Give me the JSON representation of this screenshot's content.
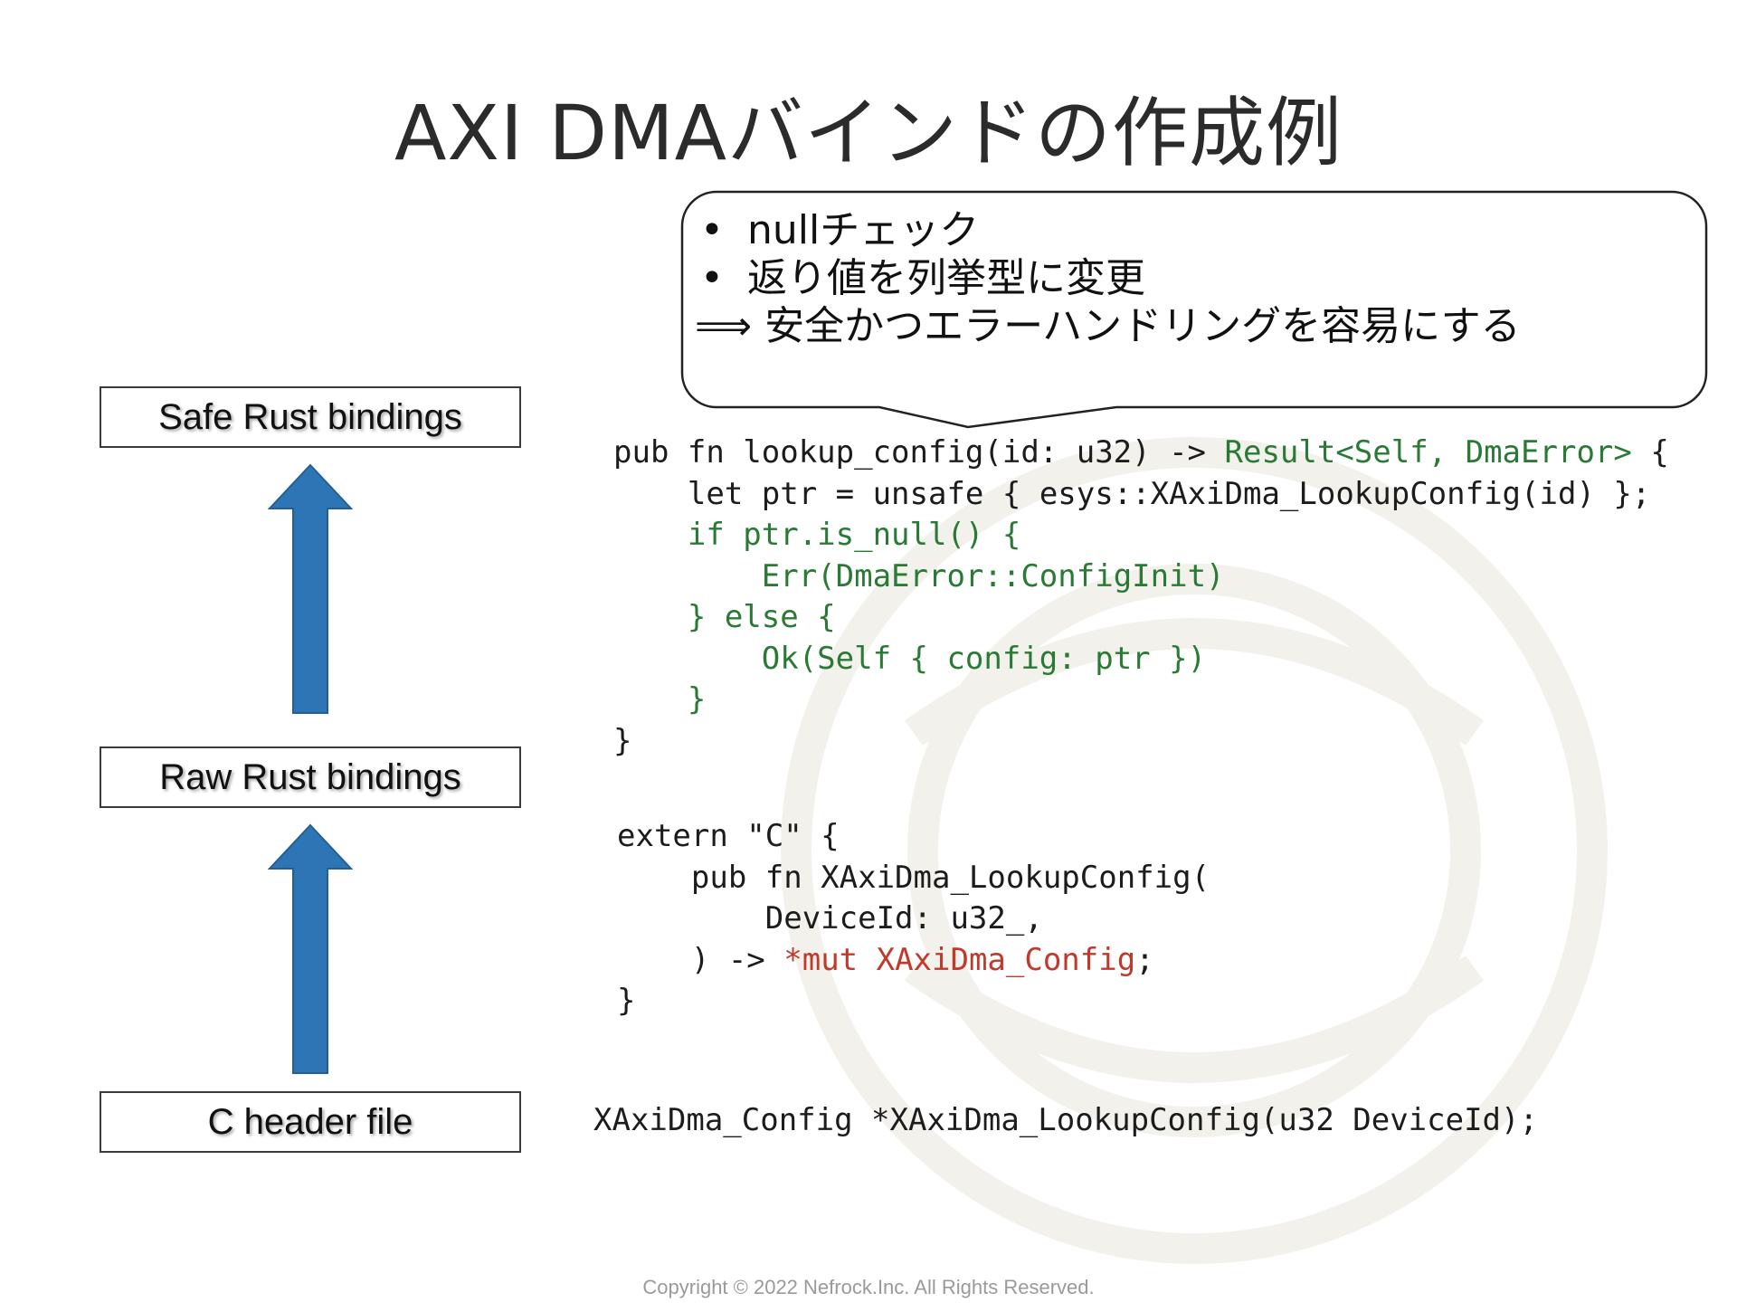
{
  "title": "AXI DMAバインドの作成例",
  "callout": {
    "bullet_symbol": "•",
    "bullets": [
      "nullチェック",
      "返り値を列挙型に変更"
    ],
    "conclusion": "⟹ 安全かつエラーハンドリングを容易にする"
  },
  "layers": {
    "safe": "Safe Rust bindings",
    "raw": "Raw Rust bindings",
    "c_header": "C header file"
  },
  "colors": {
    "arrow": "#2e75b6",
    "code_green": "#2a7a35",
    "code_red": "#c0392b"
  },
  "code_safe": [
    {
      "indent": "",
      "parts": [
        [
          "pub fn lookup_config(id: u32) -> ",
          ""
        ],
        [
          "Result<Self, DmaError>",
          "g"
        ],
        [
          " {",
          ""
        ]
      ]
    },
    {
      "indent": "    ",
      "parts": [
        [
          "let ptr = unsafe { esys::XAxiDma_LookupConfig(id) };",
          ""
        ]
      ]
    },
    {
      "indent": "    ",
      "parts": [
        [
          "if ptr.is_null() {",
          "g"
        ]
      ]
    },
    {
      "indent": "        ",
      "parts": [
        [
          "Err(DmaError::ConfigInit)",
          "g"
        ]
      ]
    },
    {
      "indent": "    ",
      "parts": [
        [
          "} else {",
          "g"
        ]
      ]
    },
    {
      "indent": "        ",
      "parts": [
        [
          "Ok(Self { config: ptr })",
          "g"
        ]
      ]
    },
    {
      "indent": "    ",
      "parts": [
        [
          "}",
          "g"
        ]
      ]
    },
    {
      "indent": "",
      "parts": [
        [
          "}",
          ""
        ]
      ]
    }
  ],
  "code_raw": [
    {
      "indent": "",
      "parts": [
        [
          "extern \"C\" {",
          ""
        ]
      ]
    },
    {
      "indent": "    ",
      "parts": [
        [
          "pub fn XAxiDma_LookupConfig(",
          ""
        ]
      ]
    },
    {
      "indent": "        ",
      "parts": [
        [
          "DeviceId: u32_,",
          ""
        ]
      ]
    },
    {
      "indent": "    ",
      "parts": [
        [
          ") -> ",
          ""
        ],
        [
          "*mut XAxiDma_Config",
          "r"
        ],
        [
          ";",
          ""
        ]
      ]
    },
    {
      "indent": "",
      "parts": [
        [
          "}",
          ""
        ]
      ]
    }
  ],
  "code_c": "XAxiDma_Config *XAxiDma_LookupConfig(u32 DeviceId);",
  "copyright": "Copyright © 2022 Nefrock.Inc. All Rights Reserved."
}
